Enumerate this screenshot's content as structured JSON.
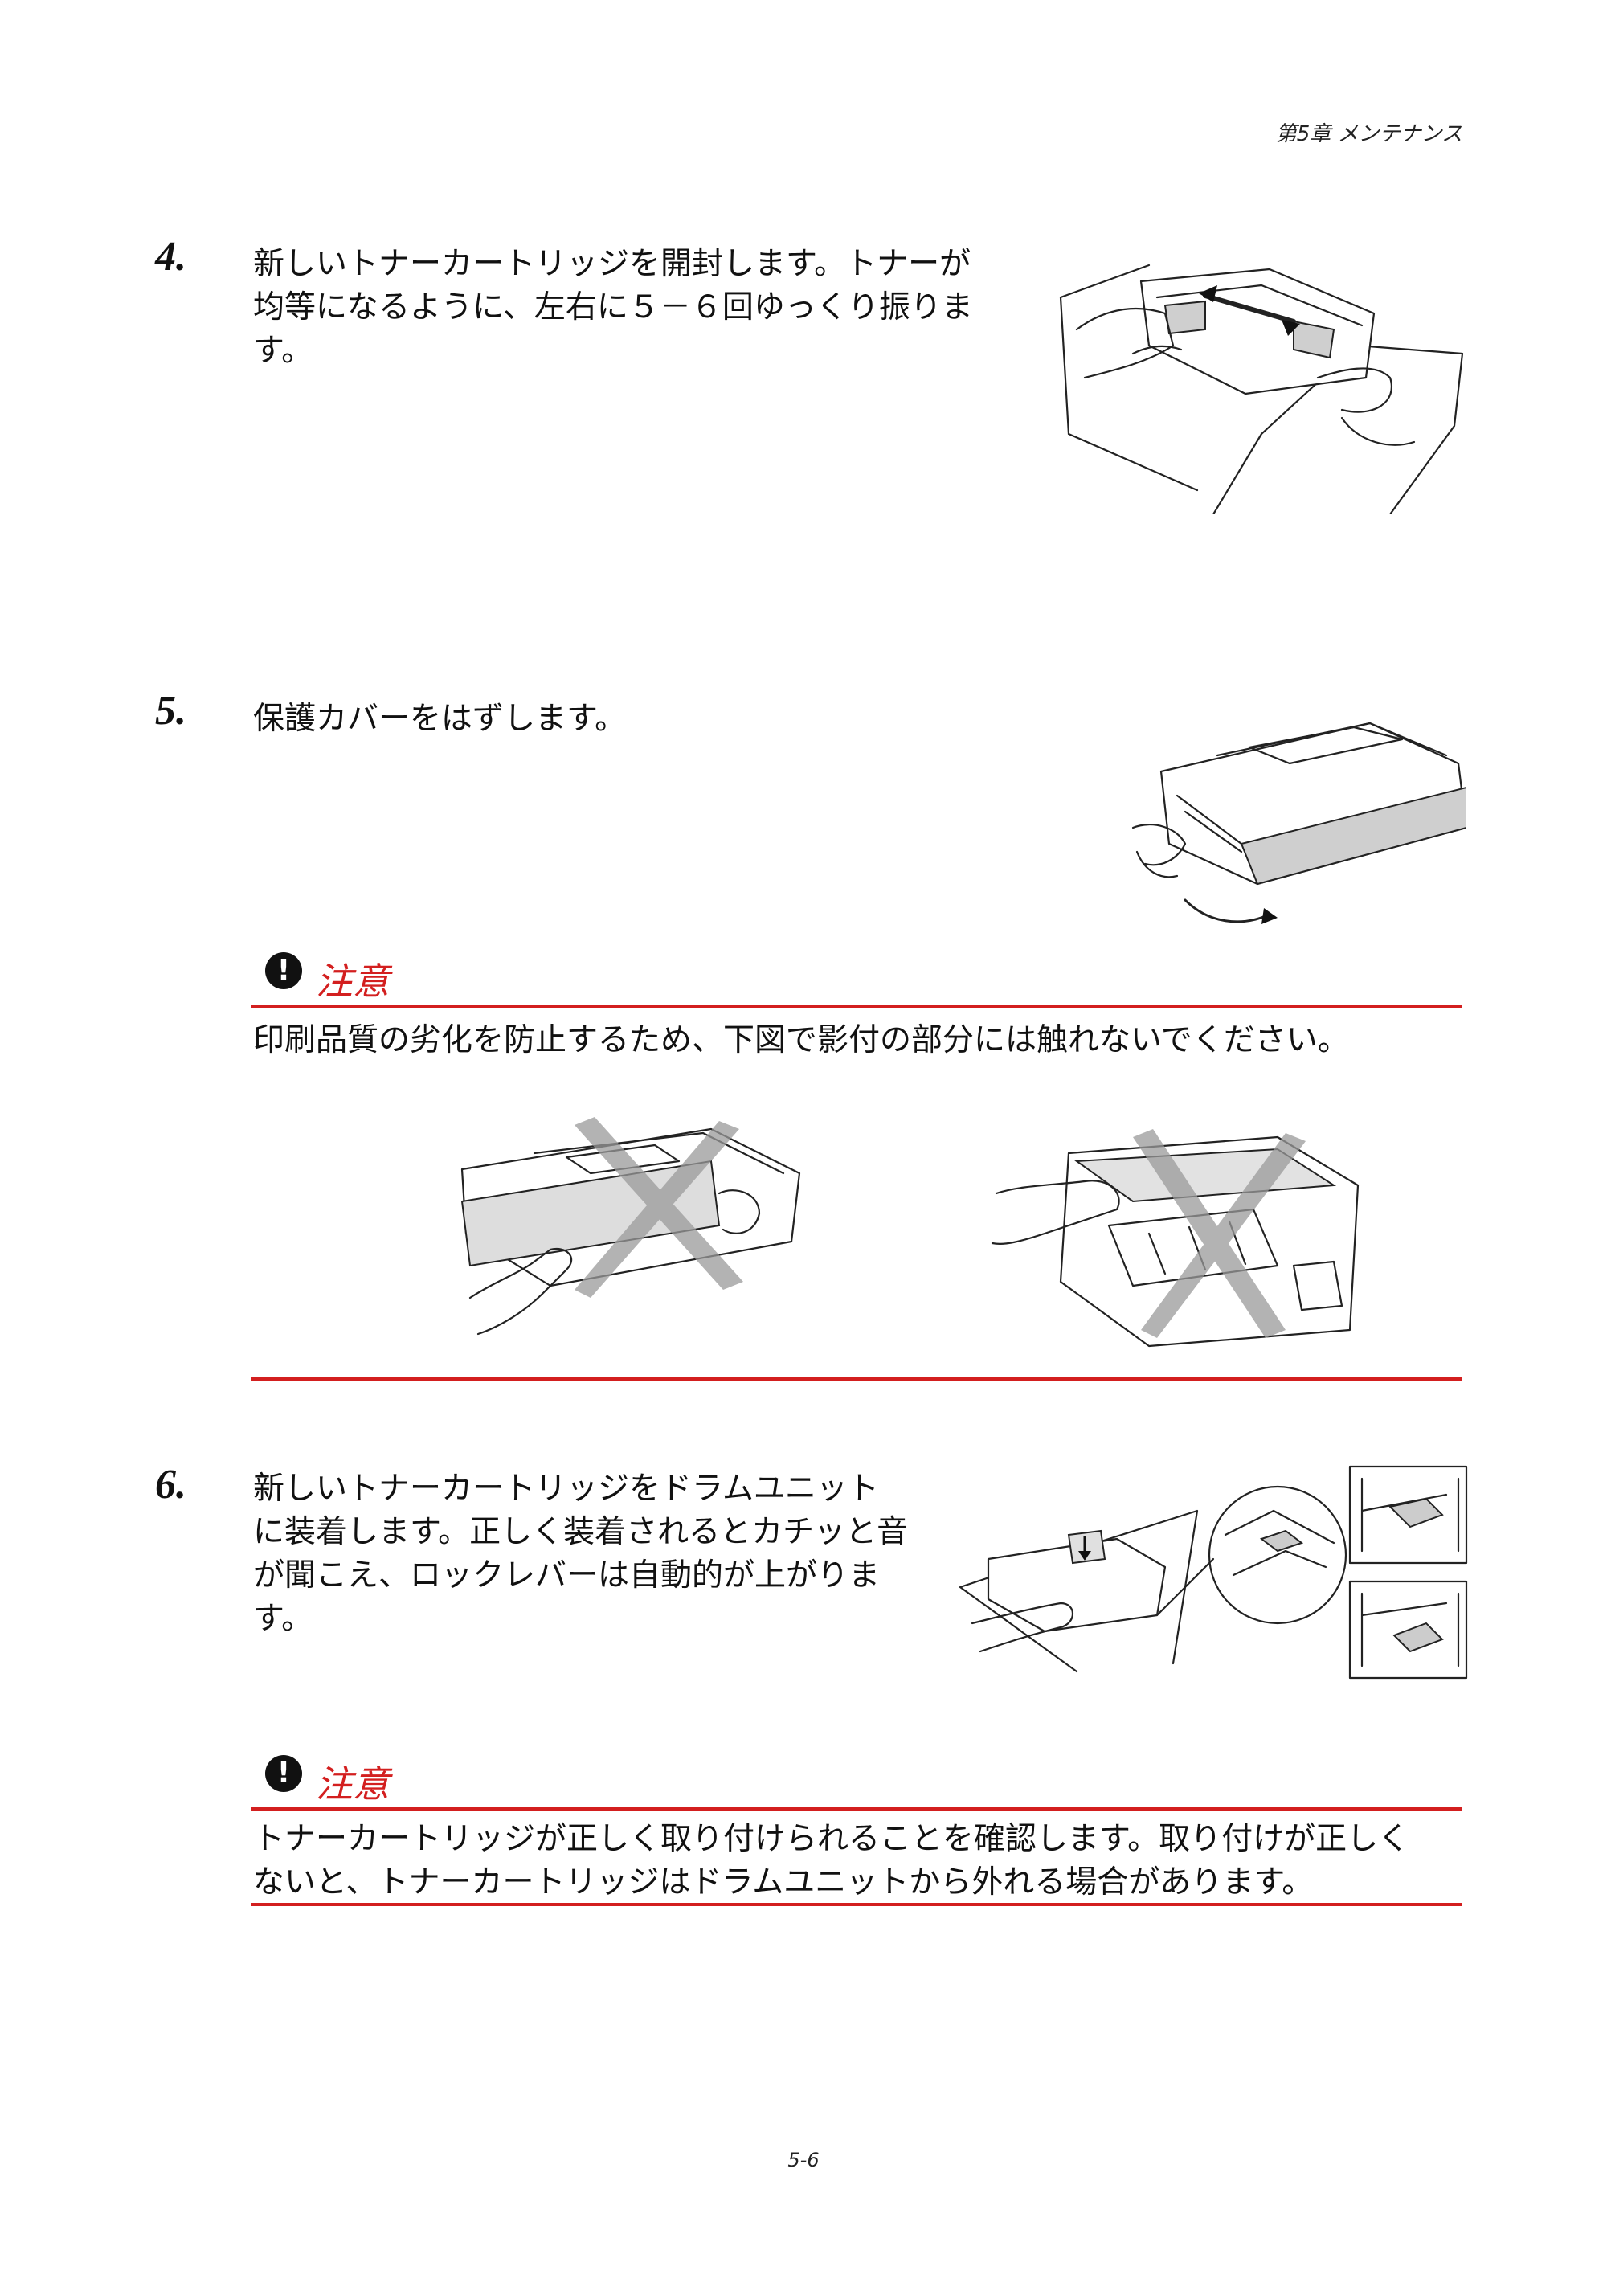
{
  "header": {
    "chapter": "第5章 メンテナンス"
  },
  "steps": [
    {
      "number": "4.",
      "lines": [
        "新しいトナーカートリッジを開封します。トナーが",
        "均等になるように、左右に５－６回ゆっくり振りま",
        "す。"
      ]
    },
    {
      "number": "5.",
      "lines": [
        "保護カバーをはずします。"
      ]
    },
    {
      "number": "6.",
      "lines": [
        "新しいトナーカートリッジをドラムユニット",
        "に装着します。正しく装着されるとカチッと音",
        "が聞こえ、ロックレバーは自動的が上がりま",
        "す。"
      ]
    }
  ],
  "cautions": [
    {
      "title": "注意",
      "lines": [
        "印刷品質の劣化を防止するため、下図で影付の部分には触れないでください。"
      ]
    },
    {
      "title": "注意",
      "lines": [
        "トナーカートリッジが正しく取り付けられることを確認します。取り付けが正しく",
        "ないと、トナーカートリッジはドラムユニットから外れる場合があります。"
      ]
    }
  ],
  "footer": {
    "page": "5-6"
  },
  "colors": {
    "caution_red": "#d31f1f",
    "x_mark_gray": "#9a9a9a"
  }
}
